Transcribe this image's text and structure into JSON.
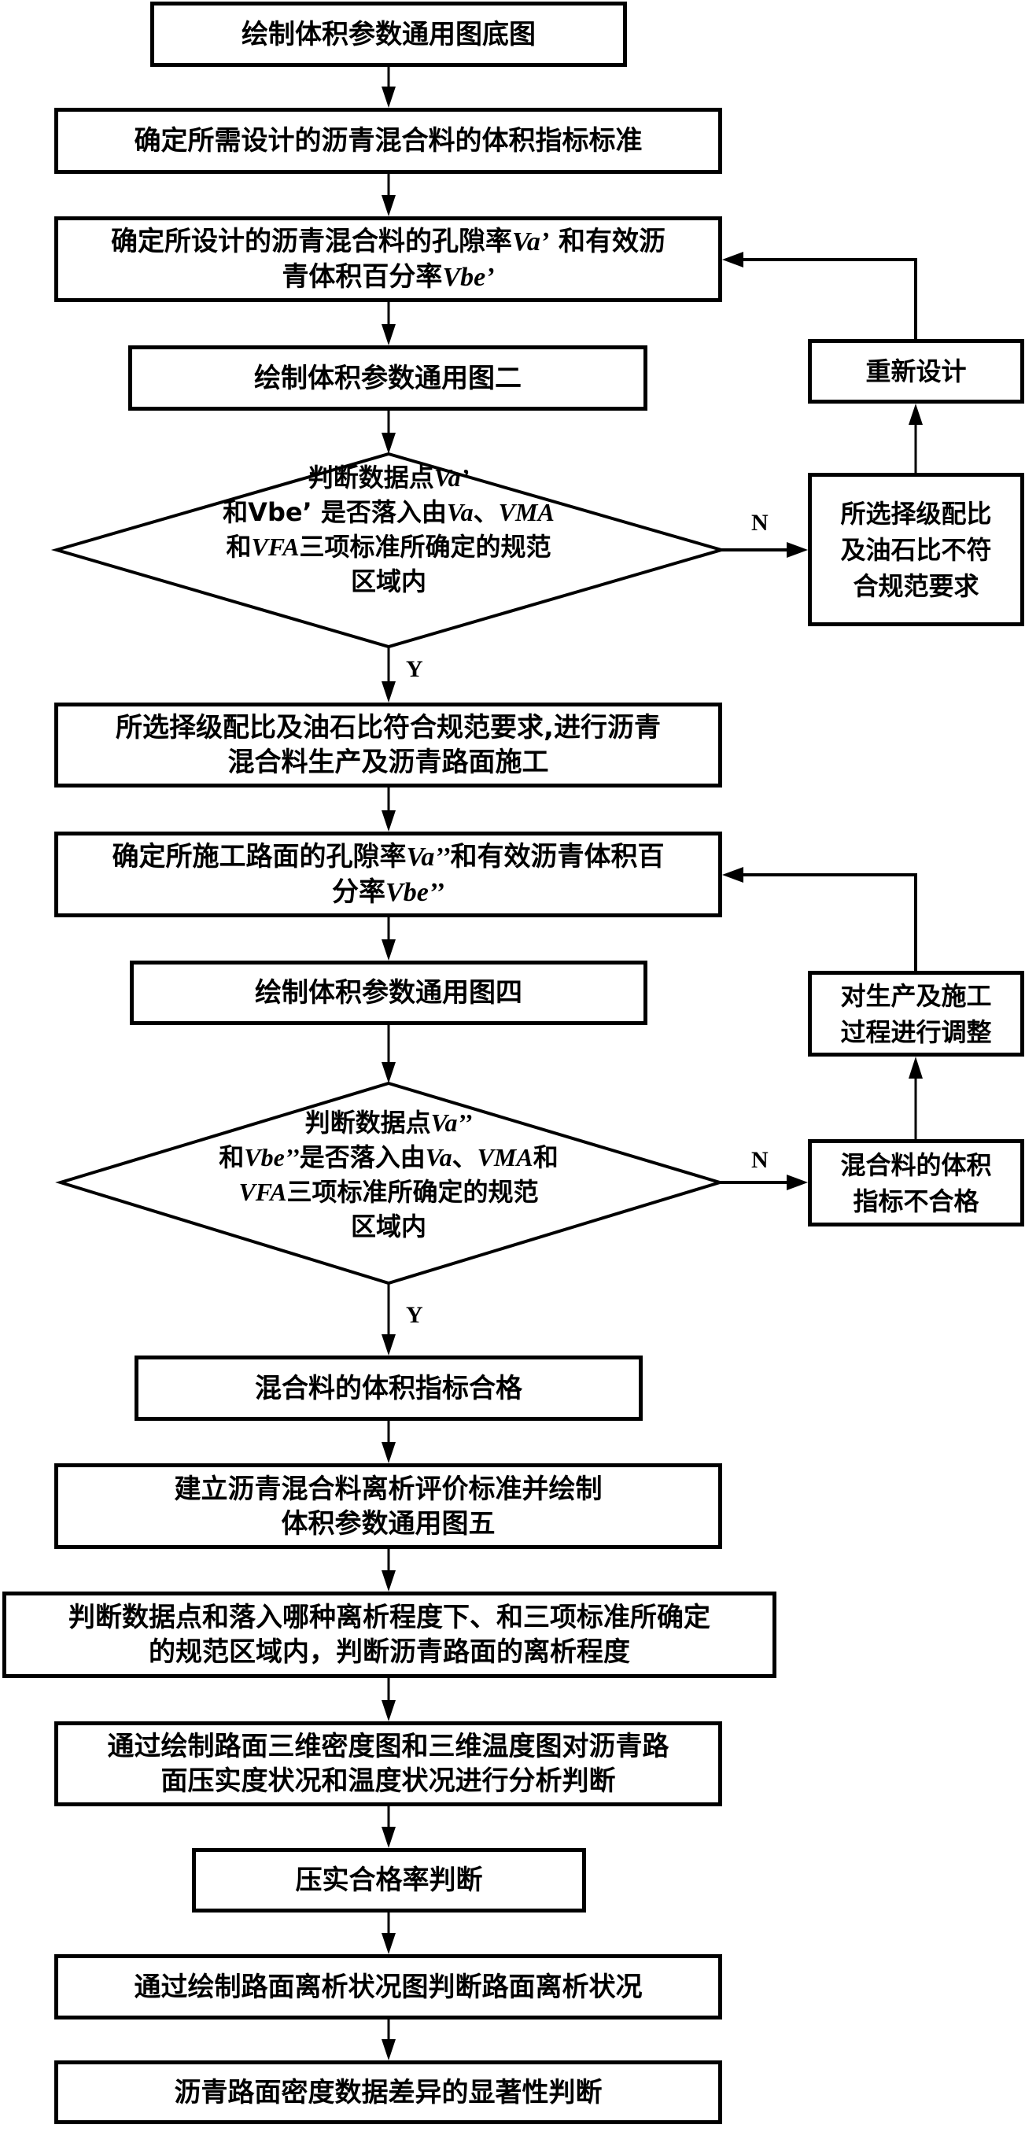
{
  "diagram": {
    "type": "flowchart",
    "main_steps": [
      {
        "id": "b1",
        "lines": [
          [
            {
              "t": "绘制体积参数通用图底图"
            }
          ]
        ]
      },
      {
        "id": "b2",
        "lines": [
          [
            {
              "t": "确定所需设计的沥青混合料的体积指标标准"
            }
          ]
        ]
      },
      {
        "id": "b3",
        "lines": [
          [
            {
              "t": "确定所设计的沥青混合料的孔隙率"
            },
            {
              "t": "Va’",
              "v": true
            },
            {
              "t": " 和有效沥"
            }
          ],
          [
            {
              "t": "青体积百分率"
            },
            {
              "t": "Vbe’",
              "v": true
            }
          ]
        ]
      },
      {
        "id": "b4",
        "lines": [
          [
            {
              "t": "绘制体积参数通用图二"
            }
          ]
        ]
      },
      {
        "id": "b5",
        "lines": [
          [
            {
              "t": "所选择级配比及油石比符合规范要求,进行沥青"
            }
          ],
          [
            {
              "t": "混合料生产及沥青路面施工"
            }
          ]
        ]
      },
      {
        "id": "b6",
        "lines": [
          [
            {
              "t": "确定所施工路面的孔隙率"
            },
            {
              "t": "Va’’",
              "v": true
            },
            {
              "t": "和有效沥青体积百"
            }
          ],
          [
            {
              "t": "分率"
            },
            {
              "t": "Vbe’’",
              "v": true
            }
          ]
        ]
      },
      {
        "id": "b7",
        "lines": [
          [
            {
              "t": "绘制体积参数通用图四"
            }
          ]
        ]
      },
      {
        "id": "b8",
        "lines": [
          [
            {
              "t": "混合料的体积指标合格"
            }
          ]
        ]
      },
      {
        "id": "b9",
        "lines": [
          [
            {
              "t": "建立沥青混合料离析评价标准并绘制"
            }
          ],
          [
            {
              "t": "体积参数通用图五"
            }
          ]
        ]
      },
      {
        "id": "b10",
        "lines": [
          [
            {
              "t": "判断数据点和落入哪种离析程度下、和三项标准所确定"
            }
          ],
          [
            {
              "t": "的规范区域内，判断沥青路面的离析程度"
            }
          ]
        ]
      },
      {
        "id": "b11",
        "lines": [
          [
            {
              "t": "通过绘制路面三维密度图和三维温度图对沥青路"
            }
          ],
          [
            {
              "t": "面压实度状况和温度状况进行分析判断"
            }
          ]
        ]
      },
      {
        "id": "b12",
        "lines": [
          [
            {
              "t": "压实合格率判断"
            }
          ]
        ]
      },
      {
        "id": "b13",
        "lines": [
          [
            {
              "t": "通过绘制路面离析状况图判断路面离析状况"
            }
          ]
        ]
      },
      {
        "id": "b14",
        "lines": [
          [
            {
              "t": "沥青路面密度数据差异的显著性判断"
            }
          ]
        ]
      }
    ],
    "decisions": [
      {
        "id": "d1",
        "lines": [
          [
            {
              "t": "判断数据点"
            },
            {
              "t": "Va’",
              "v": true
            }
          ],
          [
            {
              "t": "和Vbe’ 是否落入由"
            },
            {
              "t": "Va",
              "v": true
            },
            {
              "t": "、"
            },
            {
              "t": "VMA",
              "v": true
            }
          ],
          [
            {
              "t": "和"
            },
            {
              "t": "VFA",
              "v": true
            },
            {
              "t": "三项标准所确定的规范"
            }
          ],
          [
            {
              "t": "区域内"
            }
          ]
        ],
        "yes_label": "Y",
        "no_label": "N"
      },
      {
        "id": "d2",
        "lines": [
          [
            {
              "t": "判断数据点"
            },
            {
              "t": "Va’’",
              "v": true
            }
          ],
          [
            {
              "t": "和"
            },
            {
              "t": "Vbe’’",
              "v": true
            },
            {
              "t": "是否落入由"
            },
            {
              "t": "Va",
              "v": true
            },
            {
              "t": "、"
            },
            {
              "t": "VMA",
              "v": true
            },
            {
              "t": "和"
            }
          ],
          [
            {
              "t": "VFA",
              "v": true
            },
            {
              "t": "三项标准所确定的规范"
            }
          ],
          [
            {
              "t": "区域内"
            }
          ]
        ],
        "yes_label": "Y",
        "no_label": "N"
      }
    ],
    "side_steps": [
      {
        "id": "r1",
        "lines": [
          [
            {
              "t": "重新设计"
            }
          ]
        ]
      },
      {
        "id": "r2",
        "lines": [
          [
            {
              "t": "所选择级配比"
            }
          ],
          [
            {
              "t": "及油石比不符"
            }
          ],
          [
            {
              "t": "合规范要求"
            }
          ]
        ]
      },
      {
        "id": "r3",
        "lines": [
          [
            {
              "t": "对生产及施工"
            }
          ],
          [
            {
              "t": "过程进行调整"
            }
          ]
        ]
      },
      {
        "id": "r4",
        "lines": [
          [
            {
              "t": "混合料的体积"
            }
          ],
          [
            {
              "t": "指标不合格"
            }
          ]
        ]
      }
    ],
    "edges": [
      {
        "from": "b1",
        "to": "b2"
      },
      {
        "from": "b2",
        "to": "b3"
      },
      {
        "from": "b3",
        "to": "b4"
      },
      {
        "from": "b4",
        "to": "d1"
      },
      {
        "from": "d1",
        "to": "b5",
        "label": "Y"
      },
      {
        "from": "d1",
        "to": "r2",
        "label": "N"
      },
      {
        "from": "r2",
        "to": "r1"
      },
      {
        "from": "r1",
        "to": "b3"
      },
      {
        "from": "b5",
        "to": "b6"
      },
      {
        "from": "b6",
        "to": "b7"
      },
      {
        "from": "b7",
        "to": "d2"
      },
      {
        "from": "d2",
        "to": "b8",
        "label": "Y"
      },
      {
        "from": "d2",
        "to": "r4",
        "label": "N"
      },
      {
        "from": "r4",
        "to": "r3"
      },
      {
        "from": "r3",
        "to": "b6"
      },
      {
        "from": "b8",
        "to": "b9"
      },
      {
        "from": "b9",
        "to": "b10"
      },
      {
        "from": "b10",
        "to": "b11"
      },
      {
        "from": "b11",
        "to": "b12"
      },
      {
        "from": "b12",
        "to": "b13"
      },
      {
        "from": "b13",
        "to": "b14"
      }
    ]
  }
}
